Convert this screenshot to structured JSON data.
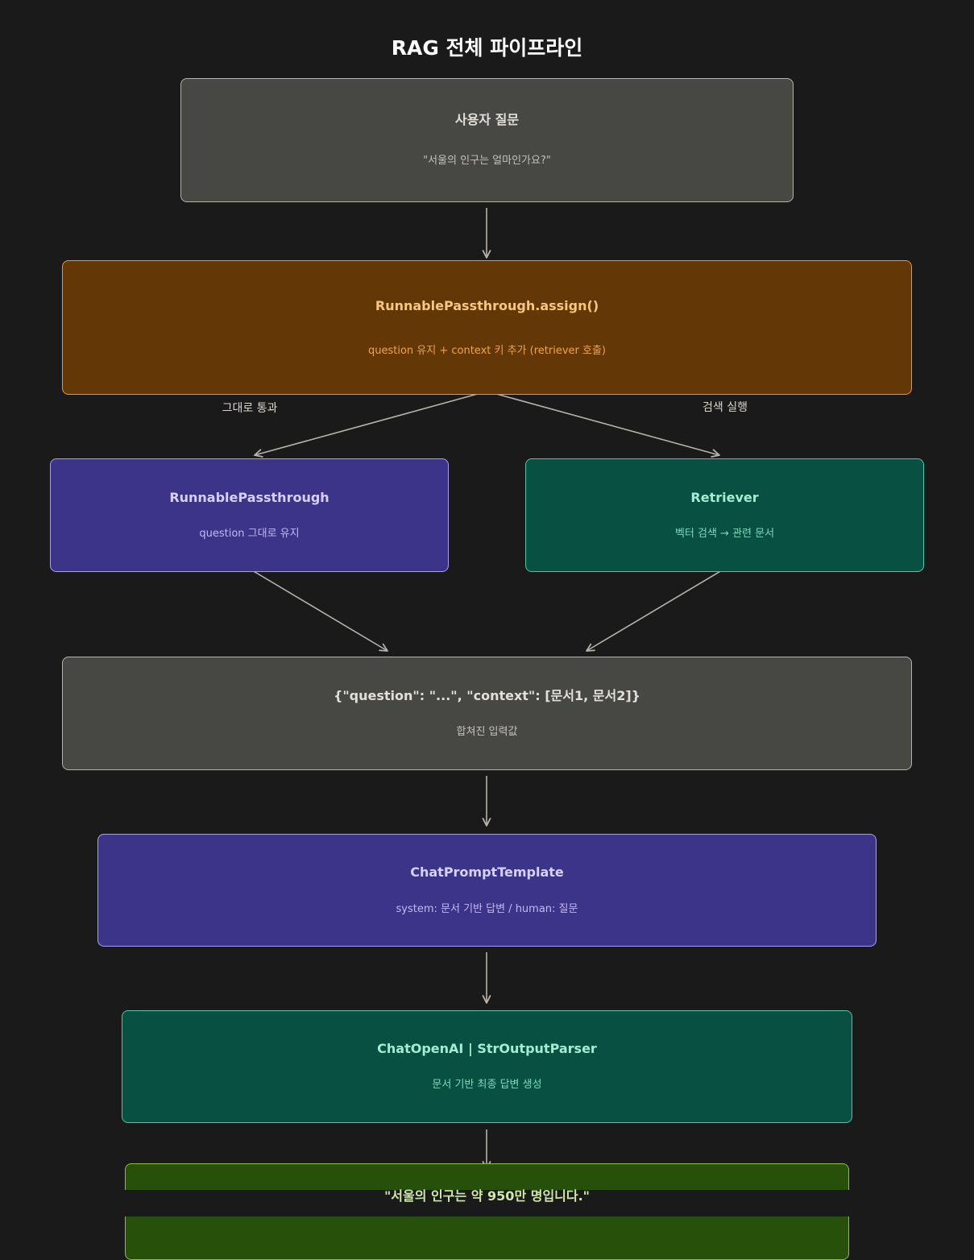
{
  "title": "RAG 전체 파이프라인",
  "nodes": {
    "user_question": {
      "title": "사용자 질문",
      "subtitle": "\"서울의 인구는 얼마인가요?\""
    },
    "passthrough_assign": {
      "title": "RunnablePassthrough.assign()",
      "subtitle": "question 유지 + context 키 추가 (retriever 호출)"
    },
    "passthrough": {
      "title": "RunnablePassthrough",
      "subtitle": "question 그대로 유지"
    },
    "retriever": {
      "title": "Retriever",
      "subtitle": "벡터 검색 → 관련 문서"
    },
    "merged_input": {
      "title": "{\"question\": \"...\", \"context\": [문서1, 문서2]}",
      "subtitle": "합쳐진 입력값"
    },
    "prompt_template": {
      "title": "ChatPromptTemplate",
      "subtitle": "system: 문서 기반 답변 / human: 질문"
    },
    "llm_parser": {
      "title": "ChatOpenAI | StrOutputParser",
      "subtitle": "문서 기반 최종 답변 생성"
    },
    "final_answer": {
      "title": "\"서울의 인구는 약 950만 명입니다.\""
    }
  },
  "edge_labels": {
    "pass_through": "그대로 통과",
    "search_run": "검색 실행"
  },
  "colors": {
    "background": "#1a1a1a",
    "gray_fill": "#474743",
    "orange_fill": "#633806",
    "purple_fill": "#3c3489",
    "teal_fill": "#085041",
    "olive_fill": "#27500a",
    "arrow": "#b5b3aa"
  }
}
